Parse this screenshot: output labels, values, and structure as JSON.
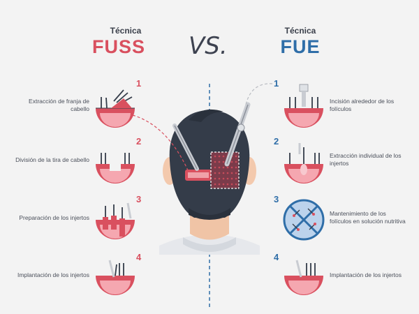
{
  "left": {
    "tecnica": "Técnica",
    "name": "FUSS",
    "steps": [
      {
        "num": "1",
        "label": "Extracción de franja de cabello"
      },
      {
        "num": "2",
        "label": "División de la tira de cabello"
      },
      {
        "num": "3",
        "label": "Preparación de los injertos"
      },
      {
        "num": "4",
        "label": "Implantación de los injertos"
      }
    ]
  },
  "vs": "VS.",
  "right": {
    "tecnica": "Técnica",
    "name": "FUE",
    "steps": [
      {
        "num": "1",
        "label": "Incisión alrededor de los folículos"
      },
      {
        "num": "2",
        "label": "Extracción individual de los injertos"
      },
      {
        "num": "3",
        "label": "Mantenimiento de los folículos en solución nutritiva"
      },
      {
        "num": "4",
        "label": "Implantación de los injertos"
      }
    ]
  },
  "colors": {
    "fuss": "#d9505f",
    "fue": "#2f6ea8",
    "hair": "#343c49",
    "skin": "#f6d4bd",
    "gum": "#d9505f"
  }
}
